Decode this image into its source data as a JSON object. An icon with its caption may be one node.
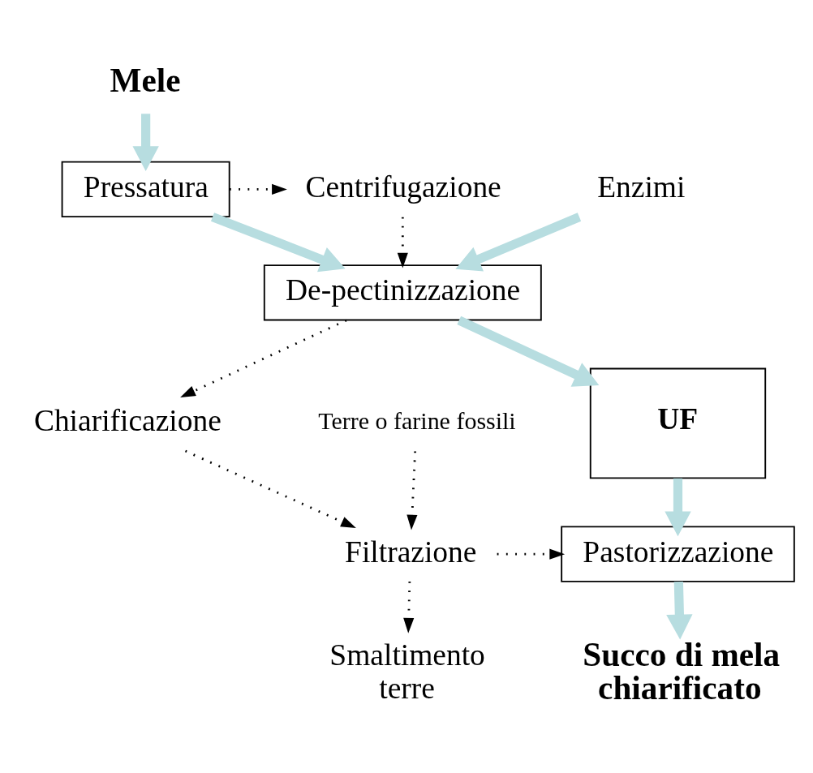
{
  "diagram": {
    "nodes": [
      {
        "text": [
          "Mele"
        ]
      },
      {
        "text": [
          "Pressatura"
        ]
      },
      {
        "text": [
          "Centrifugazione"
        ]
      },
      {
        "text": [
          "Enzimi"
        ]
      },
      {
        "text": [
          "De-pectinizzazione"
        ]
      },
      {
        "text": [
          "Terre o farine fossili"
        ]
      },
      {
        "text": [
          "Chiarificazione"
        ]
      },
      {
        "text": [
          "UF"
        ]
      },
      {
        "text": [
          "Filtrazione"
        ]
      },
      {
        "text": [
          "Pastorizzazione"
        ]
      },
      {
        "text": [
          "Smaltimento terre"
        ]
      },
      {
        "text": [
          "Succo di mela chiarificato"
        ]
      }
    ],
    "edges": [
      {
        "from": 0,
        "to": 1,
        "arrow": "to",
        "style": "thick",
        "color": "#b7dde0"
      },
      {
        "from": 1,
        "to": 2,
        "arrow": "to",
        "style": "dashed"
      },
      {
        "from": 1,
        "to": 4,
        "arrow": "to",
        "style": "thick",
        "color": "#b7dde0"
      },
      {
        "from": 3,
        "to": 4,
        "arrow": "to",
        "style": "thick",
        "color": "#b7dde0"
      },
      {
        "from": 2,
        "to": 4,
        "arrow": "to",
        "style": "dashed"
      },
      {
        "from": 4,
        "to": 6,
        "arrow": "to",
        "style": "dashed"
      },
      {
        "from": 4,
        "to": 7,
        "arrow": "to",
        "style": "thick",
        "color": "#b7dde0"
      },
      {
        "from": 5,
        "to": 8,
        "arrow": "to",
        "style": "dashed"
      },
      {
        "from": 6,
        "to": 8,
        "arrow": "to",
        "style": "dashed"
      },
      {
        "from": 7,
        "to": 9,
        "arrow": "to",
        "style": "thick",
        "color": "#b7dde0"
      },
      {
        "from": 8,
        "to": 9,
        "arrow": "to",
        "style": "dashed"
      },
      {
        "from": 8,
        "to": 10,
        "arrow": "to",
        "style": "dashed"
      },
      {
        "from": 9,
        "to": 11,
        "arrow": "to",
        "style": "thick",
        "color": "#b7dde0"
      }
    ]
  }
}
